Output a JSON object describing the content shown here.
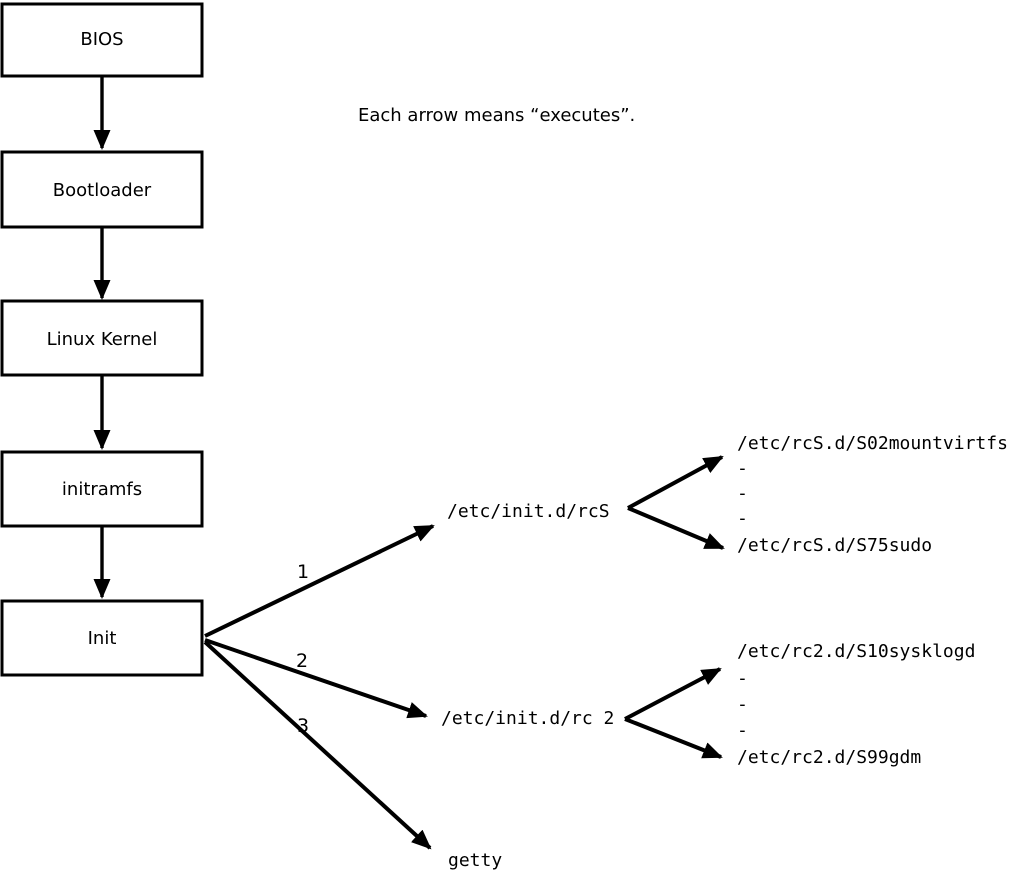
{
  "colors": {
    "ink": "#000000",
    "background": "#ffffff"
  },
  "diagram": {
    "note": "Each arrow means “executes”.",
    "chain": [
      {
        "label": "BIOS"
      },
      {
        "label": "Bootloader"
      },
      {
        "label": "Linux Kernel"
      },
      {
        "label": "initramfs"
      },
      {
        "label": "Init"
      }
    ],
    "init_branches": [
      {
        "order": "1",
        "target": "/etc/init.d/rcS"
      },
      {
        "order": "2",
        "target": "/etc/init.d/rc 2"
      },
      {
        "order": "3",
        "target": "getty"
      }
    ],
    "rcs_scripts": {
      "lines": [
        "/etc/rcS.d/S02mountvirtfs",
        "-",
        "-",
        "-",
        "/etc/rcS.d/S75sudo"
      ]
    },
    "rc2_scripts": {
      "lines": [
        "/etc/rc2.d/S10sysklogd",
        "-",
        "-",
        "-",
        "/etc/rc2.d/S99gdm"
      ]
    }
  }
}
